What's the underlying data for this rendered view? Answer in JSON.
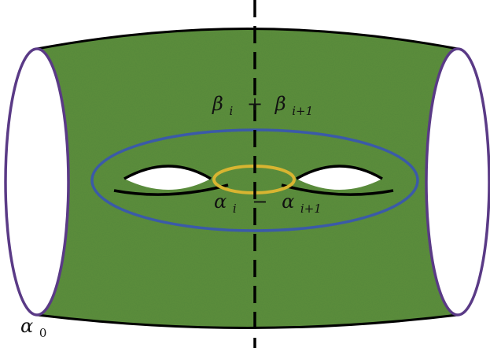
{
  "labels": {
    "beta": {
      "sym1": "β",
      "sub1": "i",
      "op": "+",
      "sym2": "β",
      "sub2": "i+1"
    },
    "alpha": {
      "sym1": "α",
      "sub1": "i",
      "op": "−",
      "sym2": "α",
      "sub2": "i+1"
    },
    "alpha0": {
      "sym": "α",
      "sub": "0"
    }
  },
  "colors": {
    "surface": "#5b8e3c",
    "boundary": "#5a3a86",
    "blue_curve": "#3b5aa8",
    "yellow_curve": "#d8b531",
    "outline": "#000000",
    "background": "#ffffff"
  }
}
